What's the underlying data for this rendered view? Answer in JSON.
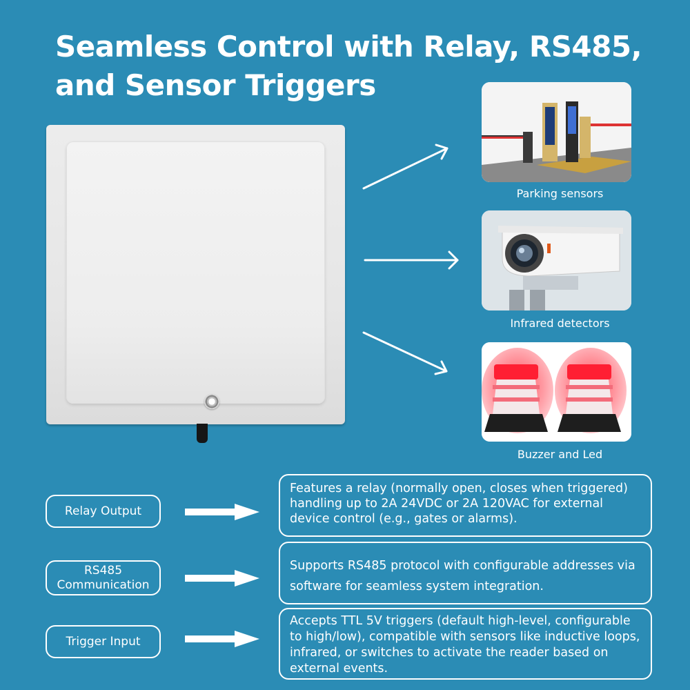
{
  "title": {
    "line1": "Seamless Control with Relay, RS485,",
    "line2": "and Sensor Triggers"
  },
  "devices": [
    {
      "caption": "Parking sensors",
      "icon": "parking-barrier-image"
    },
    {
      "caption": "Infrared detectors",
      "icon": "infrared-camera-image"
    },
    {
      "caption": "Buzzer and Led",
      "icon": "warning-lights-image"
    }
  ],
  "features": [
    {
      "label": "Relay Output",
      "description": "Features a relay (normally open, closes when triggered) handling up to 2A 24VDC or 2A 120VAC for external device control (e.g., gates or alarms)."
    },
    {
      "label_line1": "RS485",
      "label_line2": "Communication",
      "description": "Supports RS485 protocol with configurable addresses via software for seamless system integration."
    },
    {
      "label": "Trigger Input",
      "description": "Accepts TTL 5V triggers (default high-level, configurable to high/low), compatible with sensors like inductive loops, infrared, or switches to activate the reader based on external events."
    }
  ],
  "colors": {
    "background": "#2b8cb5",
    "text": "#ffffff",
    "reader": "#ececec",
    "warning_red": "#ff2a3c"
  }
}
